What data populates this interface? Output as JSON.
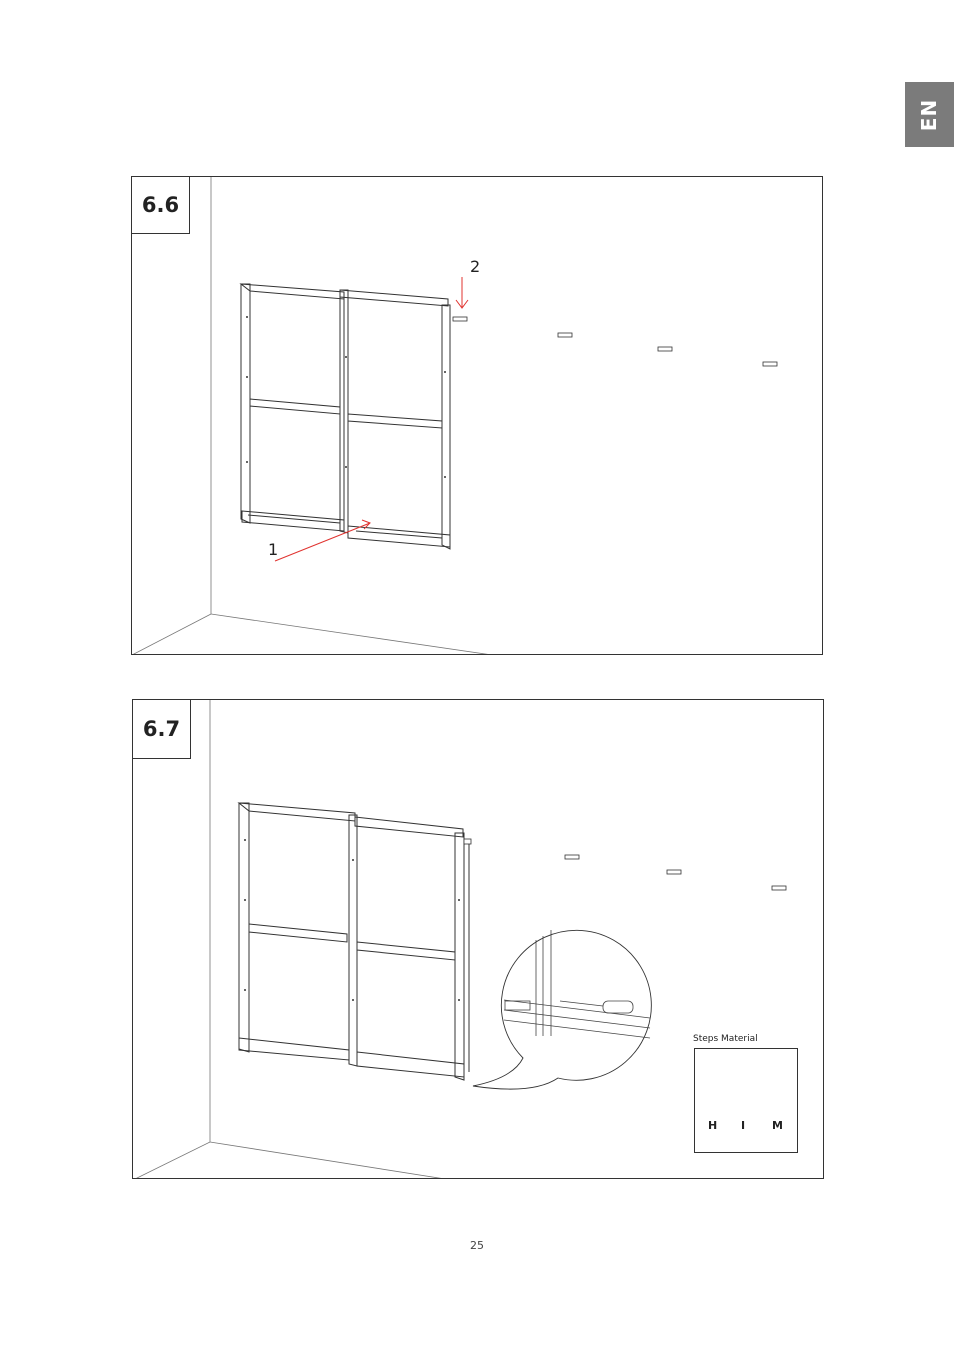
{
  "language_tab": "EN",
  "steps": [
    {
      "number": "6.6",
      "callouts": [
        "1",
        "2"
      ]
    },
    {
      "number": "6.7",
      "materials": {
        "title": "Steps Material",
        "items": [
          "H",
          "I",
          "M"
        ]
      }
    }
  ],
  "page_number": "25",
  "colors": {
    "tab": "#7b7b7b",
    "arrow": "#e0332f",
    "line": "#333333"
  }
}
